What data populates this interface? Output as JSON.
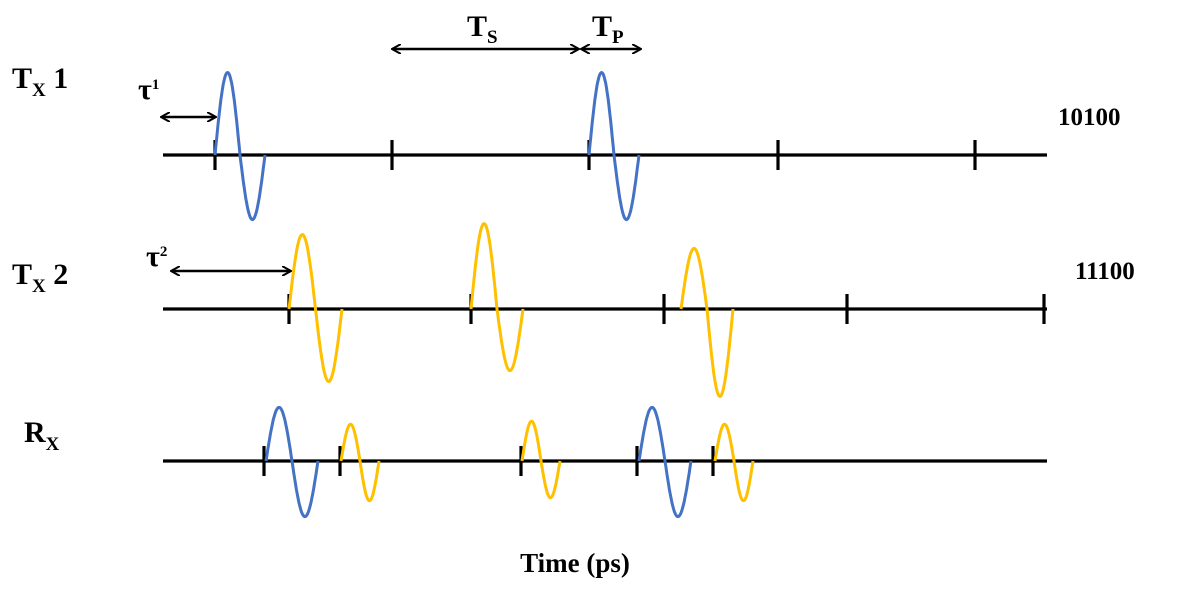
{
  "colors": {
    "tx1": "#4472C4",
    "tx2": "#FFC000",
    "axis": "#000000"
  },
  "labels": {
    "tx1_main": "T",
    "tx1_sub": "X",
    "tx1_num": " 1",
    "tx2_main": "T",
    "tx2_sub": "X",
    "tx2_num": " 2",
    "rx_main": "R",
    "rx_sub": "X",
    "tau1_main": "τ",
    "tau1_sup": "1",
    "tau2_main": "τ",
    "tau2_sup": "2",
    "ts_main": "T",
    "ts_sub": "S",
    "tp_main": "T",
    "tp_sub": "P",
    "code1": "10100",
    "code2": "11100",
    "xaxis": "Time (ps)"
  }
}
